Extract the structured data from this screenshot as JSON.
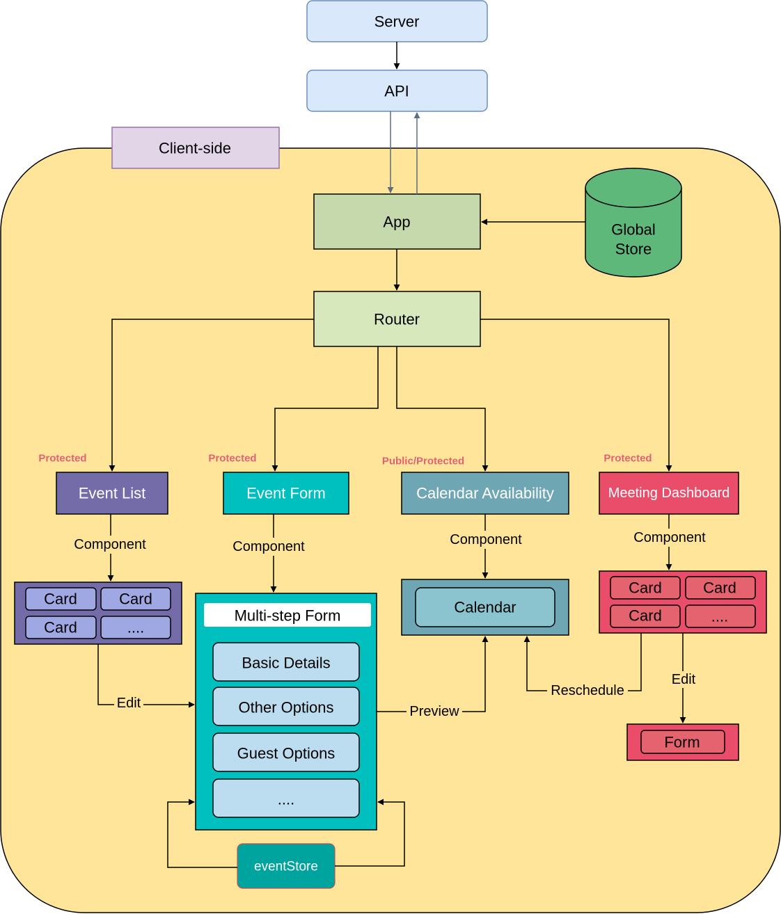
{
  "nodes": {
    "server": "Server",
    "api": "API",
    "client_side": "Client-side",
    "app": "App",
    "global_store": [
      "Global",
      "Store"
    ],
    "router": "Router",
    "event_list": "Event List",
    "event_form": "Event Form",
    "calendar_availability": "Calendar Availability",
    "meeting_dashboard": "Meeting Dashboard",
    "multi_step_form": "Multi-step Form",
    "basic_details": "Basic Details",
    "other_options": "Other Options",
    "guest_options": "Guest Options",
    "form_more": "....",
    "calendar": "Calendar",
    "form": "Form",
    "event_store": "eventStore"
  },
  "event_list_cards": [
    "Card",
    "Card",
    "Card",
    "...."
  ],
  "dashboard_cards": [
    "Card",
    "Card",
    "Card",
    "...."
  ],
  "access_tags": {
    "event_list": "Protected",
    "event_form": "Protected",
    "calendar_availability": "Public/Protected",
    "meeting_dashboard": "Protected"
  },
  "edge_labels": {
    "component": "Component",
    "edit": "Edit",
    "preview": "Preview",
    "reschedule": "Reschedule"
  },
  "colors": {
    "client_bg": "#FFE599",
    "server_api": "#DAE8FC",
    "client_label": "#E1D5E7",
    "app": "#C5D9AD",
    "router": "#D7E8BC",
    "global_store": "#5DB87A",
    "event_list": "#736CA8",
    "event_list_cards": "#A0A8E4",
    "event_form": "#00BFBF",
    "form_steps": "#BCDDEF",
    "calendar_availability": "#6EA7B3",
    "calendar": "#8BC4CE",
    "meeting_dashboard": "#E94D6A",
    "dashboard_cards": "#E4636F",
    "event_store": "#00A49F",
    "access_tag": "#E06373"
  }
}
